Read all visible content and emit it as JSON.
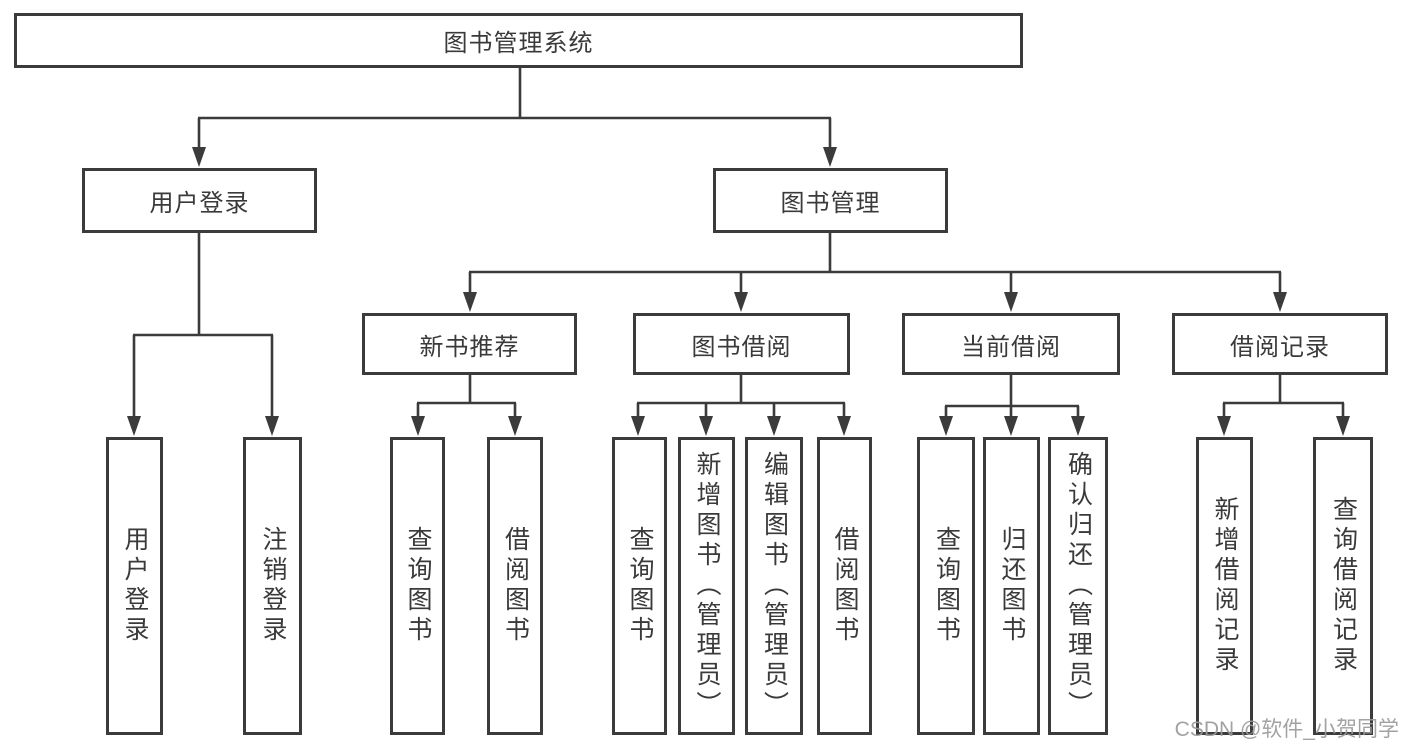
{
  "diagram": {
    "root": {
      "label": "图书管理系统"
    },
    "level2": [
      {
        "label": "用户登录"
      },
      {
        "label": "图书管理"
      }
    ],
    "level3": [
      {
        "label": "新书推荐",
        "parent": "图书管理"
      },
      {
        "label": "图书借阅",
        "parent": "图书管理"
      },
      {
        "label": "当前借阅",
        "parent": "图书管理"
      },
      {
        "label": "借阅记录",
        "parent": "图书管理"
      }
    ],
    "leaves": [
      {
        "group": "用户登录",
        "label": "用户登录"
      },
      {
        "group": "用户登录",
        "label": "注销登录"
      },
      {
        "group": "新书推荐",
        "label": "查询图书"
      },
      {
        "group": "新书推荐",
        "label": "借阅图书"
      },
      {
        "group": "图书借阅",
        "label": "查询图书"
      },
      {
        "group": "图书借阅",
        "label": "新增图书（管理员）"
      },
      {
        "group": "图书借阅",
        "label": "编辑图书（管理员）"
      },
      {
        "group": "图书借阅",
        "label": "借阅图书"
      },
      {
        "group": "当前借阅",
        "label": "查询图书"
      },
      {
        "group": "当前借阅",
        "label": "归还图书"
      },
      {
        "group": "当前借阅",
        "label": "确认归还（管理员）"
      },
      {
        "group": "借阅记录",
        "label": "新增借阅记录"
      },
      {
        "group": "借阅记录",
        "label": "查询借阅记录"
      }
    ],
    "colors": {
      "line": "#3b3b3b",
      "text": "#3a3a3a",
      "background": "#ffffff",
      "watermark": "#9b9b9b"
    }
  },
  "watermark": {
    "text": "CSDN @软件_小贺同学"
  }
}
